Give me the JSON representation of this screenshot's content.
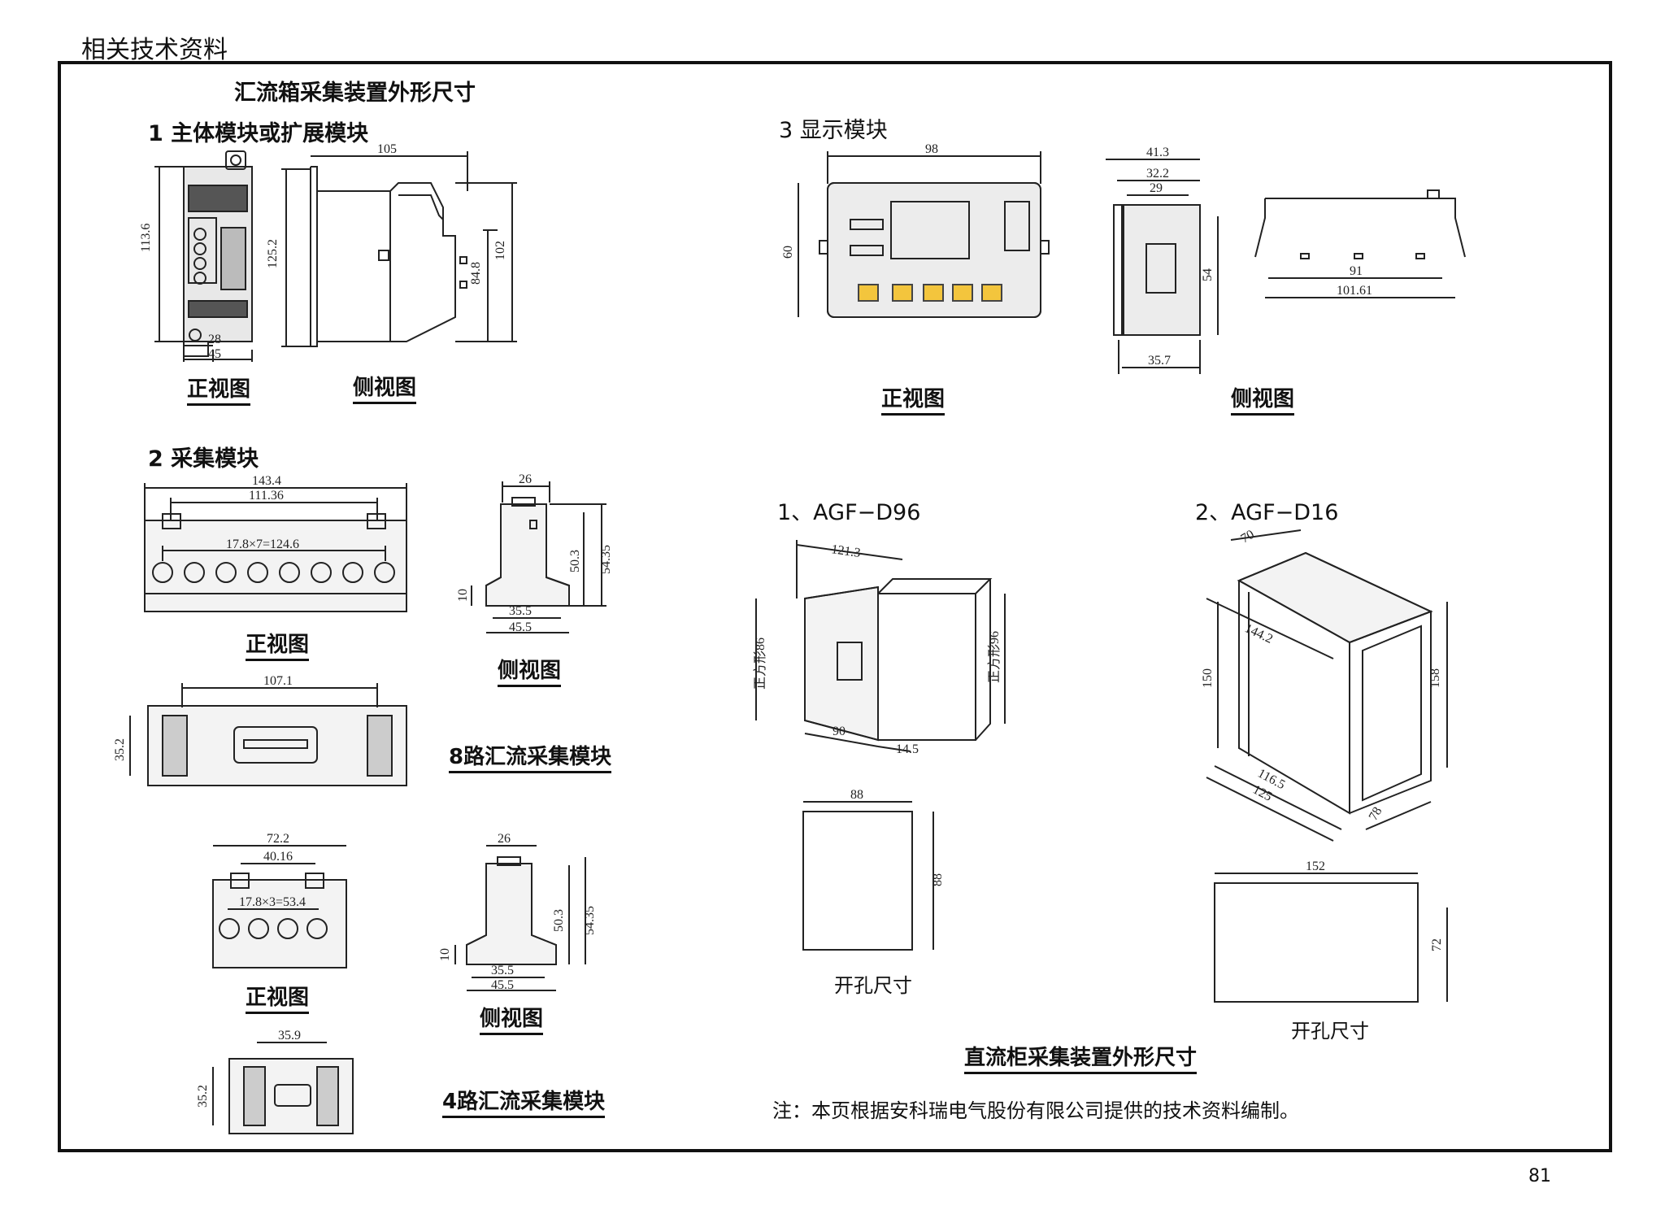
{
  "header": {
    "title": "相关技术资料"
  },
  "page_number": "81",
  "combiner": {
    "title": "汇流箱采集装置外形尺寸",
    "section1": "1  主体模块或扩展模块",
    "section2": "2  采集模块",
    "front_view": "正视图",
    "side_view": "侧视图",
    "mod8_label": "8路汇流采集模块",
    "mod4_label": "4路汇流采集模块"
  },
  "display": {
    "section3": "3 显示模块",
    "front_view": "正视图",
    "side_view": "侧视图"
  },
  "dc_cabinet": {
    "d96_label": "1、AGF−D96",
    "d16_label": "2、AGF−D16",
    "cutout_label": "开孔尺寸",
    "title": "直流柜采集装置外形尺寸",
    "note": "注：本页根据安科瑞电气股份有限公司提供的技术资料编制。"
  },
  "dims": {
    "m1_h": "113.6",
    "m1_w28": "28",
    "m1_w45": "45",
    "m1_side_top": "105",
    "m1_side_h": "125.2",
    "m1_side_848": "84.8",
    "m1_side_102": "102",
    "m8_1434": "143.4",
    "m8_11136": "111.36",
    "m8_pitch": "17.8×7=124.6",
    "m8_side_26": "26",
    "m8_side_503": "50.3",
    "m8_side_5435": "54.35",
    "m8_side_10": "10",
    "m8_side_355": "35.5",
    "m8_side_455": "45.5",
    "m8_top_1071": "107.1",
    "m8_top_352": "35.2",
    "m4_722": "72.2",
    "m4_4016": "40.16",
    "m4_pitch": "17.8×3=53.4",
    "m4_side_26": "26",
    "m4_side_503": "50.3",
    "m4_side_5435": "54.35",
    "m4_side_10": "10",
    "m4_side_355": "35.5",
    "m4_side_455": "45.5",
    "m4_top_359": "35.9",
    "m4_top_352": "35.2",
    "disp_98": "98",
    "disp_60": "60",
    "disp_413": "41.3",
    "disp_322": "32.2",
    "disp_29": "29",
    "disp_54": "54",
    "disp_357": "35.7",
    "disp_91": "91",
    "disp_10161": "101.61",
    "d96_1213": "121.3",
    "d96_sq86": "正方形86",
    "d96_sq96": "正方形96",
    "d96_90": "90",
    "d96_145": "14.5",
    "d96_cut_w": "88",
    "d96_cut_h": "88",
    "d16_70": "70",
    "d16_1442": "144.2",
    "d16_150": "150",
    "d16_158": "158",
    "d16_1165": "116.5",
    "d16_125": "125",
    "d16_78": "78",
    "d16_cut_w": "152",
    "d16_cut_h": "72"
  }
}
